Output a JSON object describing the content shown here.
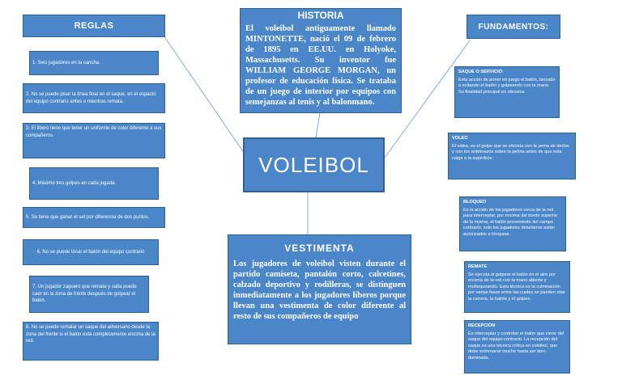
{
  "title": "VOLEIBOL",
  "reglas": {
    "header": "REGLAS",
    "items": [
      "1. Seis jugadores en la cancha.",
      "2. No se puede pisar la línea final en el saque, en el espacio del equipo contrario antes o mientras remata.",
      "3. El libero tiene que tener un uniforme de color diferente a sus compañeros.",
      "4. Máximo tres golpes en cada jugada.",
      "5. Se tiene que ganar el set por diferencia de dos puntos.",
      "6. No se puede tocar el balón del equipo contrario",
      "7. Un jugador zaguero que remata y salta puede caer en la zona de frente después de golpear el balón.",
      "8. No se puede rematar un saque del adversario desde la zona del frente si el balón está completamente encima de la red."
    ]
  },
  "historia": {
    "header": "HISTORIA",
    "text": "El voleibol antiguamente llamado MINTONETTE, nació el 09 de febrero de 1895 en EE.UU. en Holyoke, Massachusetts. Su inventor fue WILLIAM GEORGE MORGAN, un profesor de educación física. Se trataba de un juego de interior por equipos con semejanzas al tenis y al balonmano."
  },
  "vestimenta": {
    "header": "VESTIMENTA",
    "text": "Los jugadores de voleibol visten durante el partido camiseta, pantalón corto, calcetines, calzado deportivo y rodilleras, se distinguen inmediatamente a los jugadores líberos porque llevan una vestimenta de color diferente al resto de sus compañeros de equipo"
  },
  "fundamentos": {
    "header": "FUNDAMENTOS:",
    "items": [
      {
        "title": "SAQUE O SERVICIO:",
        "text": "Esta acción de poner en juego el balón, lanzado o soltando el balón y golpeando con la mano. Su finalidad principal es ofensiva"
      },
      {
        "title": "VOLEO",
        "text": "El voleo, es el golpe que se efectúa con la yema de dedos y con los antebrazos sobre la pelota antes de que esta caiga a la superficie."
      },
      {
        "title": "BLOQUEO",
        "text": "Es la acción de los jugadores cerca de la red para interceptar, por encima del borde superior de la misma, el balón proveniente del campo contrario, solo los jugadores delanteros están autorizados a bloquear."
      },
      {
        "title": "REMATE",
        "text": "Se ejecuta al golpear el balón en el aire por encima de la red con la mano abierta y muñequeando. Esta técnica es la culminación por varias fases entre las cuales se pueden citar la carrera, la batida y el golpeo."
      },
      {
        "title": "RECEPCIÓN",
        "text": "Es interceptar y controlar el balón que viene del saque del equipo contrario. La recepción del saque es una técnica crítica en voleibol, que debe entrenarse mucho hasta ser bien dominada."
      }
    ]
  }
}
